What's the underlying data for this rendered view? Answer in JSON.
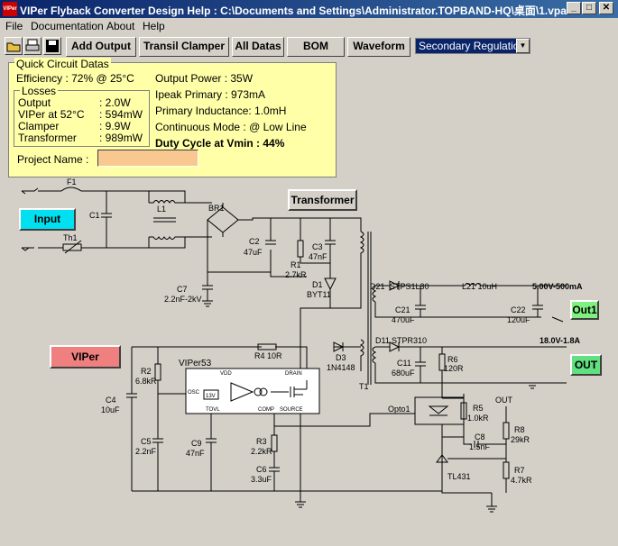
{
  "window": {
    "title": "VIPer Flyback Converter Design Help :  C:\\Documents and Settings\\Administrator.TOPBAND-HQ\\桌面\\1.vpa",
    "app_icon_text": "VIPer"
  },
  "menu": [
    "File",
    "Documentation",
    "About",
    "Help"
  ],
  "toolbar": {
    "buttons": [
      "Add Output",
      "Transil Clamper",
      "All Datas",
      "BOM",
      "Waveform"
    ],
    "regulation_select": "Secondary Regulation"
  },
  "quick": {
    "title": "Quick Circuit Datas",
    "efficiency": "Efficiency : 72% @ 25°C",
    "losses_title": "Losses",
    "losses": [
      {
        "label": "Output",
        "value": ": 2.0W"
      },
      {
        "label": "VIPer at 52°C",
        "value": ": 594mW"
      },
      {
        "label": "Clamper",
        "value": ": 9.9W"
      },
      {
        "label": "Transformer",
        "value": ": 989mW"
      }
    ],
    "output_power": "Output Power : 35W",
    "ipeak": "Ipeak Primary : 973mA",
    "inductance": "Primary Inductance: 1.0mH",
    "mode": "Continuous Mode : @ Low Line",
    "duty": "Duty Cycle at Vmin : 44%",
    "project_label": "Project Name :",
    "project_value": ""
  },
  "buttons": {
    "input": "Input",
    "transformer": "Transformer",
    "viper": "VIPer",
    "out1": "Out1",
    "out": "OUT"
  },
  "components": {
    "F1": "F1",
    "Th1": "Th1",
    "C1": "C1",
    "L1": "L1",
    "BR1": "BR1",
    "C2": "C2",
    "C2v": "47uF",
    "C3": "C3",
    "C3v": "47nF",
    "R1": "R1",
    "R1v": "2.7kR",
    "D1": "D1",
    "D1v": "BYT11",
    "C7": "C7",
    "C7v": "2.2nF-2kV",
    "T1": "T1",
    "D21": "D21",
    "D21v": "STPS1L30",
    "L21": "L21 10uH",
    "C21": "C21",
    "C21v": "470uF",
    "C22": "C22",
    "C22v": "120uF",
    "out1v": "5.00V-500mA",
    "D11": "D11",
    "D11v": "STPR310",
    "C11": "C11",
    "C11v": "680uF",
    "R6": "R6",
    "R6v": "120R",
    "outv": "18.0V-1.8A",
    "R4": "R4 10R",
    "D3": "D3",
    "D3v": "1N4148",
    "ic": "VIPer53",
    "osc": "OSC",
    "vdd": "VDD",
    "drain": "DRAIN",
    "tovl": "TOVL",
    "comp": "COMP",
    "source": "SOURCE",
    "v13": "13V",
    "R2": "R2",
    "R2v": "6.8kR",
    "C4": "C4",
    "C4v": "10uF",
    "C5": "C5",
    "C5v": "2.2nF",
    "C9": "C9",
    "C9v": "47nF",
    "R3": "R3",
    "R3v": "2.2kR",
    "C6": "C6",
    "C6v": "3.3uF",
    "opto": "Opto1",
    "R5": "R5",
    "R5v": "1.0kR",
    "C8": "C8",
    "C8v": "1.5nF",
    "tl": "TL431",
    "outlbl": "OUT",
    "R8": "R8",
    "R8v": "29kR",
    "R7": "R7",
    "R7v": "4.7kR"
  }
}
